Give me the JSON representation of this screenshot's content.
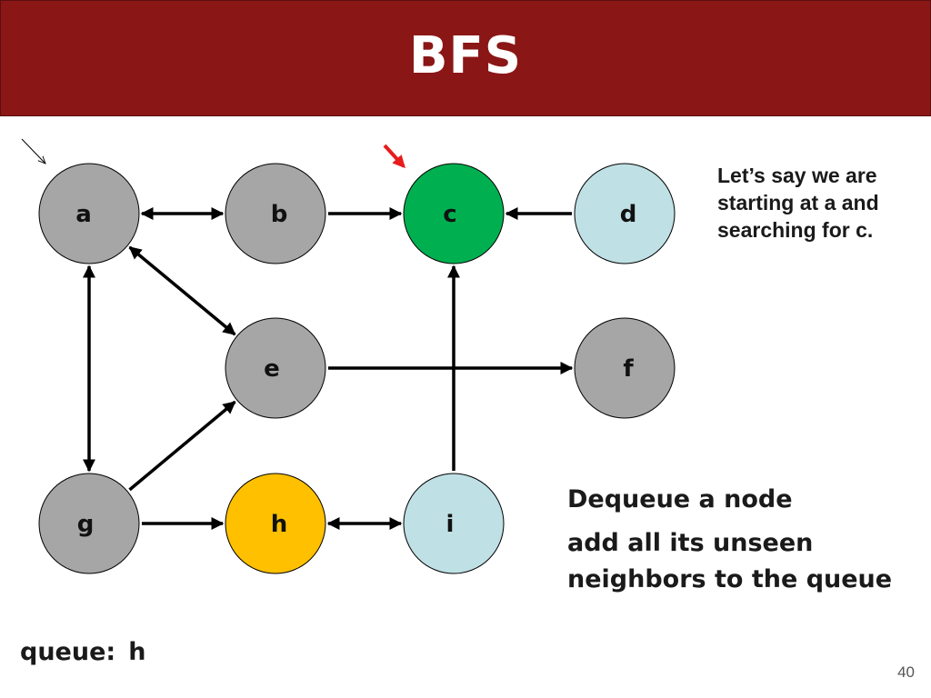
{
  "slide": {
    "title": "BFS",
    "note": "Let’s say we are starting at a and searching for c.",
    "steps": [
      "Dequeue a node",
      "add all its unseen neighbors to the queue"
    ],
    "queue_label": "queue:",
    "queue_values": "h",
    "page_number": "40"
  },
  "colors": {
    "header": "#8b1616",
    "node_gray": "#a6a6a6",
    "node_target": "#00b050",
    "node_visited": "#ffc000",
    "node_light": "#bfe0e4",
    "edge": "#000000",
    "pointer_red": "#e81c1c"
  },
  "graph": {
    "nodes": [
      {
        "id": "a",
        "label": "a",
        "state": "gray"
      },
      {
        "id": "b",
        "label": "b",
        "state": "gray"
      },
      {
        "id": "c",
        "label": "c",
        "state": "target"
      },
      {
        "id": "d",
        "label": "d",
        "state": "light"
      },
      {
        "id": "e",
        "label": "e",
        "state": "gray"
      },
      {
        "id": "f",
        "label": "f",
        "state": "gray"
      },
      {
        "id": "g",
        "label": "g",
        "state": "gray"
      },
      {
        "id": "h",
        "label": "h",
        "state": "visited"
      },
      {
        "id": "i",
        "label": "i",
        "state": "light"
      }
    ],
    "edges": [
      {
        "from": "a",
        "to": "b",
        "bidirectional": true
      },
      {
        "from": "b",
        "to": "c",
        "bidirectional": false
      },
      {
        "from": "d",
        "to": "c",
        "bidirectional": false
      },
      {
        "from": "a",
        "to": "e",
        "bidirectional": true
      },
      {
        "from": "a",
        "to": "g",
        "bidirectional": true
      },
      {
        "from": "e",
        "to": "f",
        "bidirectional": false
      },
      {
        "from": "g",
        "to": "e",
        "bidirectional": false
      },
      {
        "from": "g",
        "to": "h",
        "bidirectional": false
      },
      {
        "from": "h",
        "to": "i",
        "bidirectional": true
      },
      {
        "from": "i",
        "to": "c",
        "bidirectional": false
      }
    ],
    "start_node": "a",
    "target_node": "c"
  }
}
